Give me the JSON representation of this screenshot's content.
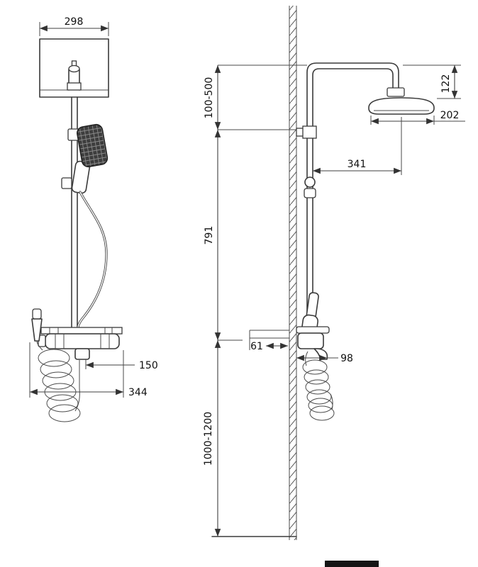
{
  "meta": {
    "drawing_type": "technical-two-view-drawing",
    "subject": "shower-column-system",
    "line_color": "#3a3a3a",
    "background_color": "#ffffff",
    "watermark_color": "#151515"
  },
  "dimensions": {
    "front": {
      "head_width": "298",
      "spout_offset": "150",
      "base_width": "344"
    },
    "side": {
      "top_range": "100-500",
      "head_drop": "122",
      "head_width": "202",
      "arm_reach": "341",
      "column_height": "791",
      "wall_inset": "61",
      "spout_reach": "98",
      "install_height": "1000-1200"
    }
  }
}
